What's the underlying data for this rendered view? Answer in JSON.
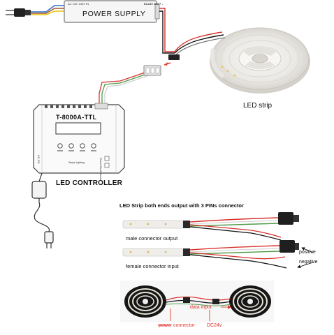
{
  "power_supply": {
    "title": "POWER SUPPLY",
    "input_spec": "AC 100~240V IN",
    "output_spec": "DC24V OUT+ -"
  },
  "led_strip": {
    "label": "LED strip"
  },
  "controller": {
    "model": "T-8000A-TTL",
    "caption": "LED CONTROLLER",
    "small_text": "Sanjia Lighting",
    "side_text": "AC-DC",
    "note_text": "Please Read Manual"
  },
  "connector_section": {
    "title": "LED Strip both ends output with 3 PINs connector",
    "male_label": "male connector output",
    "female_label": "female connector input",
    "positive_label": "positive",
    "negative_label": "negative"
  },
  "bottom_diagram": {
    "data_input_label": "data input",
    "power_connector_label": "power connector",
    "dc_label": "DC24v"
  },
  "colors": {
    "wire_red": "#d8322c",
    "wire_green": "#4f9a4a",
    "wire_white": "#e8e8e8",
    "wire_blue": "#2f6fd0",
    "wire_brown": "#a0552b",
    "label_red": "#e0302a",
    "arrow_red": "#e03a2c"
  }
}
